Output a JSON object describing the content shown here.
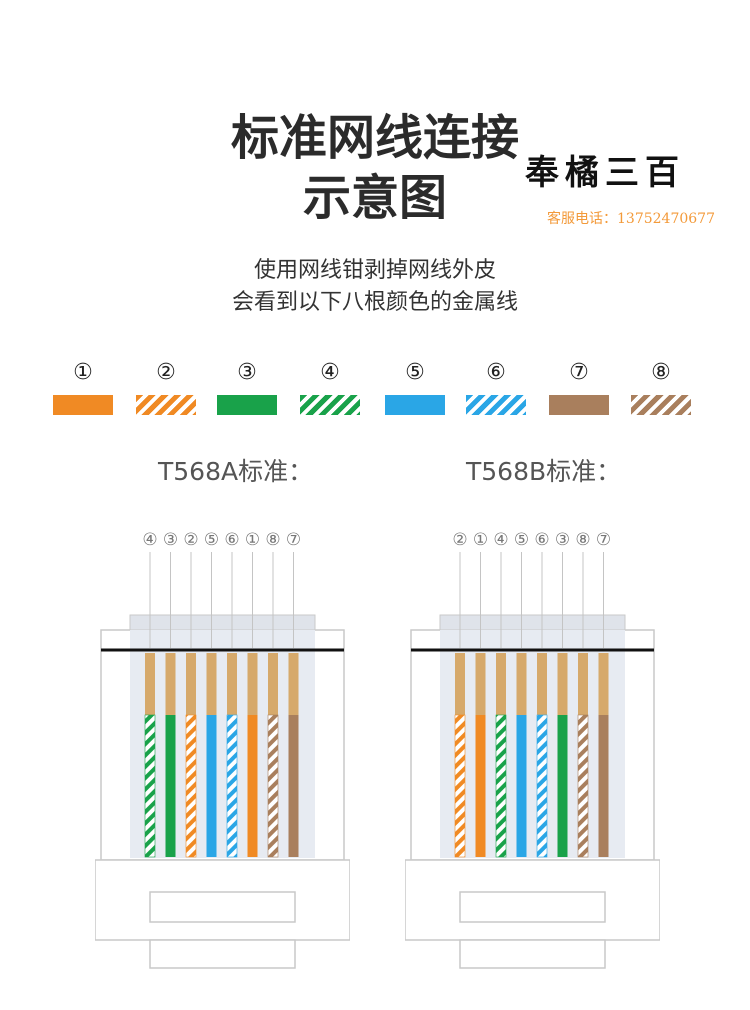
{
  "title": {
    "line1": "标准网线连接",
    "line2": "示意图"
  },
  "brand": {
    "name": "奉橘三百",
    "hotline": "客服电话：13752470677"
  },
  "subtitle": {
    "line1": "使用网线钳剥掉网线外皮",
    "line2": "会看到以下八根颜色的金属线"
  },
  "wire_colors": {
    "orange": "#f08a24",
    "green": "#19a24a",
    "blue": "#2aa6e6",
    "brown": "#a97f5d",
    "copper": "#d6a96b"
  },
  "legend": [
    {
      "num": "①",
      "color": "orange",
      "striped": false
    },
    {
      "num": "②",
      "color": "orange",
      "striped": true
    },
    {
      "num": "③",
      "color": "green",
      "striped": false
    },
    {
      "num": "④",
      "color": "green",
      "striped": true
    },
    {
      "num": "⑤",
      "color": "blue",
      "striped": false
    },
    {
      "num": "⑥",
      "color": "blue",
      "striped": true
    },
    {
      "num": "⑦",
      "color": "brown",
      "striped": false
    },
    {
      "num": "⑧",
      "color": "brown",
      "striped": true
    }
  ],
  "standards": [
    {
      "label": "T568A标准：",
      "order": [
        "④",
        "③",
        "②",
        "⑤",
        "⑥",
        "①",
        "⑧",
        "⑦"
      ]
    },
    {
      "label": "T568B标准：",
      "order": [
        "②",
        "①",
        "④",
        "⑤",
        "⑥",
        "③",
        "⑧",
        "⑦"
      ]
    }
  ]
}
